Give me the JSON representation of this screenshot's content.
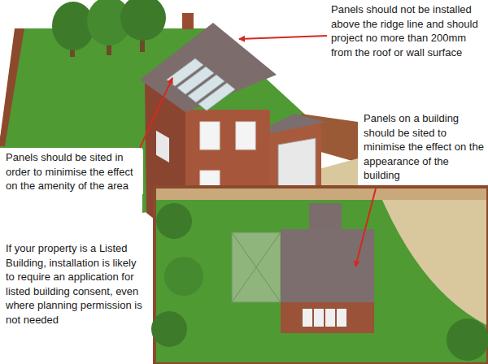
{
  "diagram": {
    "labels": [
      "Panels should not be installed above the ridge line and should project no more than 200mm from the roof or wall surface",
      "Panels on a building should be sited to minimise the effect on the appearance of the building",
      "Panels should be sited in order to minimise the effect on the amenity of the area",
      "If your property is a Listed Building, installation is likely to require an application for listed building consent, even where planning permission is not needed"
    ]
  }
}
